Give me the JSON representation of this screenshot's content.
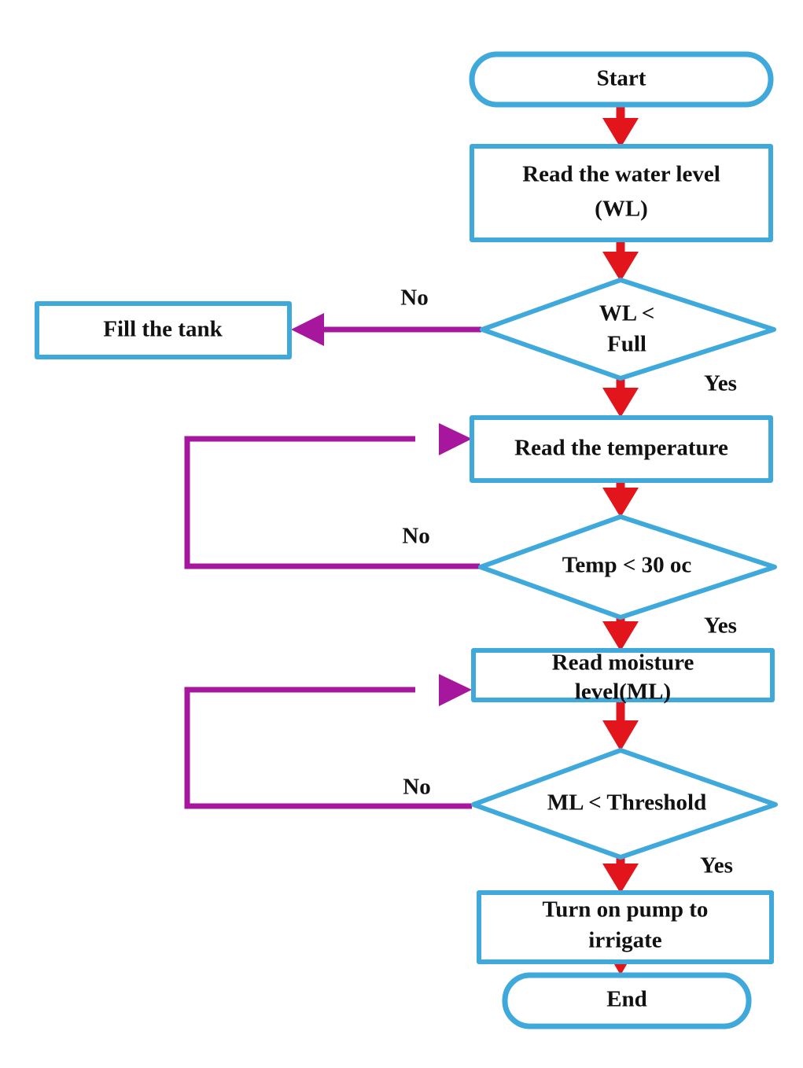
{
  "diagram": {
    "title": "Smart irrigation control flowchart",
    "colors": {
      "node_border": "#3FA9DC",
      "node_fill": "#ffffff",
      "main_flow_arrow": "#E3151C",
      "feedback_flow_arrow": "#A6179E",
      "text": "#111111",
      "background": "#ffffff"
    },
    "nodes": [
      {
        "id": "start",
        "type": "terminator",
        "label": "Start"
      },
      {
        "id": "read_wl",
        "type": "process",
        "label_line1": "Read the water level",
        "label_line2": "(WL)"
      },
      {
        "id": "wl_check",
        "type": "decision",
        "label_line1": "WL <",
        "label_line2": "Full"
      },
      {
        "id": "fill_tank",
        "type": "process",
        "label": "Fill the tank"
      },
      {
        "id": "read_temp",
        "type": "process",
        "label": "Read the temperature"
      },
      {
        "id": "temp_check",
        "type": "decision",
        "label": "Temp < 30 oc"
      },
      {
        "id": "read_ml",
        "type": "process",
        "label_line1": "Read moisture",
        "label_line2": "level(ML)"
      },
      {
        "id": "ml_check",
        "type": "decision",
        "label": "ML < Threshold"
      },
      {
        "id": "turn_on_pump",
        "type": "process",
        "label_line1": "Turn on pump to",
        "label_line2": "irrigate"
      },
      {
        "id": "end",
        "type": "terminator",
        "label": "End"
      }
    ],
    "edge_labels": {
      "wl_no": "No",
      "wl_yes": "Yes",
      "temp_no": "No",
      "temp_yes": "Yes",
      "ml_no": "No",
      "ml_yes": "Yes"
    }
  }
}
